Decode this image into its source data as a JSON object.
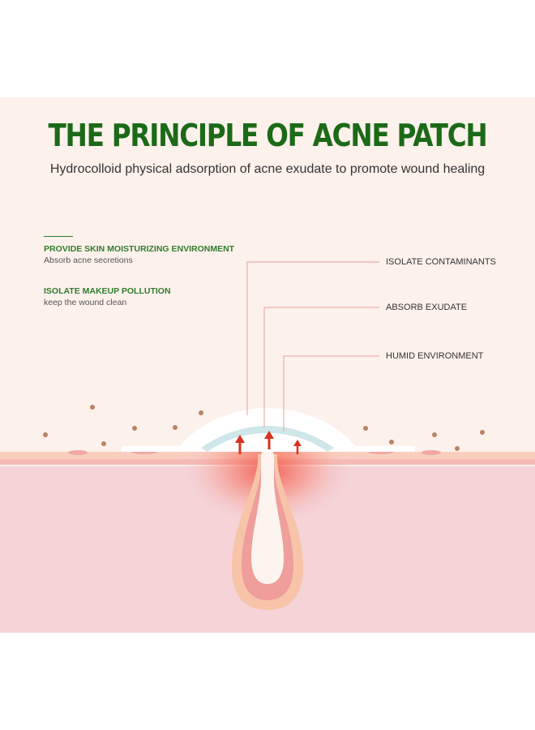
{
  "title": "THE PRINCIPLE OF ACNE PATCH",
  "subtitle": "Hydrocolloid physical adsorption of acne exudate to promote wound healing",
  "benefits": [
    {
      "title": "PROVIDE SKIN MOISTURIZING ENVIRONMENT",
      "description": "Absorb acne secretions"
    },
    {
      "title": "ISOLATE MAKEUP POLLUTION",
      "description": "keep the wound clean"
    }
  ],
  "callouts": [
    {
      "label": "ISOLATE CONTAMINANTS"
    },
    {
      "label": "ABSORB EXUDATE"
    },
    {
      "label": "HUMID ENVIRONMENT"
    }
  ],
  "colors": {
    "title_green": "#1b6a18",
    "accent_green": "#2f7d2c",
    "skin": "#f5d2d6",
    "patch_layer": "#cfe6ea",
    "arrow_red": "#d8321e",
    "leader_line": "#e8a09a"
  }
}
